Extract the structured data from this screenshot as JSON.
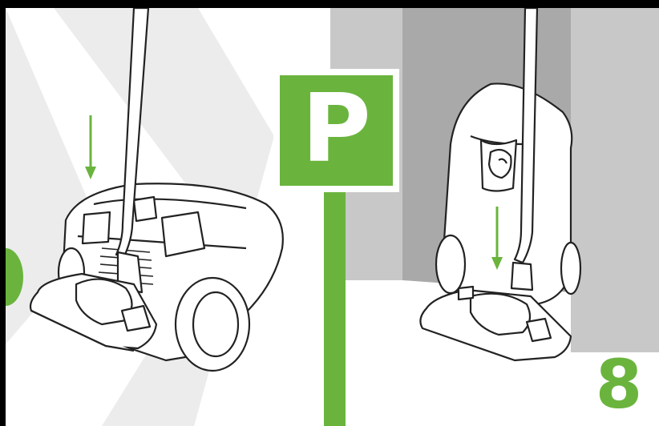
{
  "sign": {
    "letter": "P"
  },
  "step": {
    "number": "8"
  },
  "colors": {
    "accent": "#6ab43e",
    "wall_light": "#c8c8c8",
    "wall_dark": "#a9a9aa",
    "stripe": "#ececec"
  },
  "icons": [
    "down-arrow-icon",
    "vacuum-cleaner-illustration",
    "parking-sign-icon"
  ]
}
